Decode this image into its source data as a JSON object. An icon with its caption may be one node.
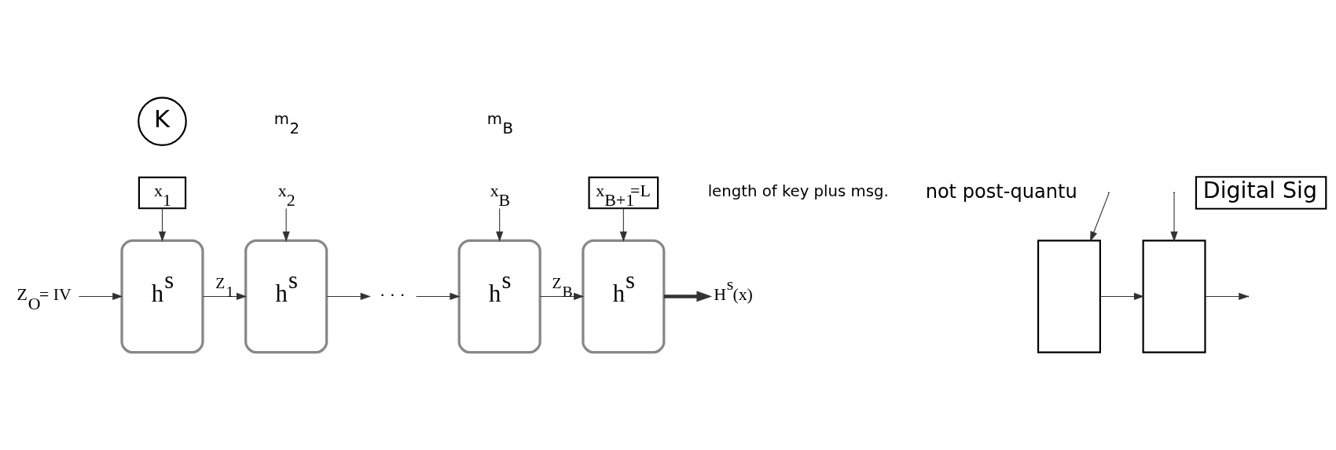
{
  "diagram": {
    "nodes": [
      {
        "text": [
          "K"
        ]
      },
      {
        "text": [
          "x$_{1}$"
        ]
      },
      {
        "text": [
          "x$_{2}$"
        ],
        "beside": [
          "m$_{2}$"
        ]
      },
      {
        "text": [
          "x$_{B}$"
        ],
        "beside": [
          "m$_{B}$"
        ]
      },
      {
        "text": [
          "x$_{B+1}$=L"
        ],
        "beside": [
          "length of key plus msg."
        ]
      },
      {
        "text": [
          "Z$_{O}$= IV"
        ]
      },
      {
        "text": [
          "h$^{s}$"
        ]
      },
      {
        "text": [
          "h$^{s}$"
        ]
      },
      {
        "text": [
          "· · ·"
        ]
      },
      {
        "text": [
          "h$^{s}$"
        ]
      },
      {
        "text": [
          "h$^{s}$"
        ]
      },
      {
        "text": [
          "H$^{s}$(x)"
        ]
      },
      {
        "text": [],
        "shape": "box"
      },
      {
        "text": [],
        "shape": "box"
      },
      {
        "text": [
          "Digital Sig"
        ]
      },
      {
        "text": [
          "not post-quantu"
        ]
      }
    ],
    "edges": [
      {
        "from": 1,
        "to": 6,
        "arrow": "to"
      },
      {
        "from": 2,
        "to": 7,
        "arrow": "to"
      },
      {
        "from": 3,
        "to": 9,
        "arrow": "to"
      },
      {
        "from": 4,
        "to": 10,
        "arrow": "to"
      },
      {
        "from": 5,
        "to": 6,
        "arrow": "to"
      },
      {
        "from": 6,
        "to": 7,
        "arrow": "to",
        "label": "Z$_{1}$"
      },
      {
        "from": 7,
        "to": 8,
        "arrow": "to"
      },
      {
        "from": 8,
        "to": 9,
        "arrow": "to"
      },
      {
        "from": 9,
        "to": 10,
        "arrow": "to",
        "label": "Z$_{B}$"
      },
      {
        "from": 10,
        "to": 11,
        "arrow": "to",
        "style": "thick"
      },
      {
        "from": null,
        "to": 12,
        "arrow": "to"
      },
      {
        "from": 12,
        "to": 13,
        "arrow": "to"
      },
      {
        "from": null,
        "to": 13,
        "arrow": "to"
      },
      {
        "from": 13,
        "to": null,
        "arrow": "to"
      }
    ]
  }
}
